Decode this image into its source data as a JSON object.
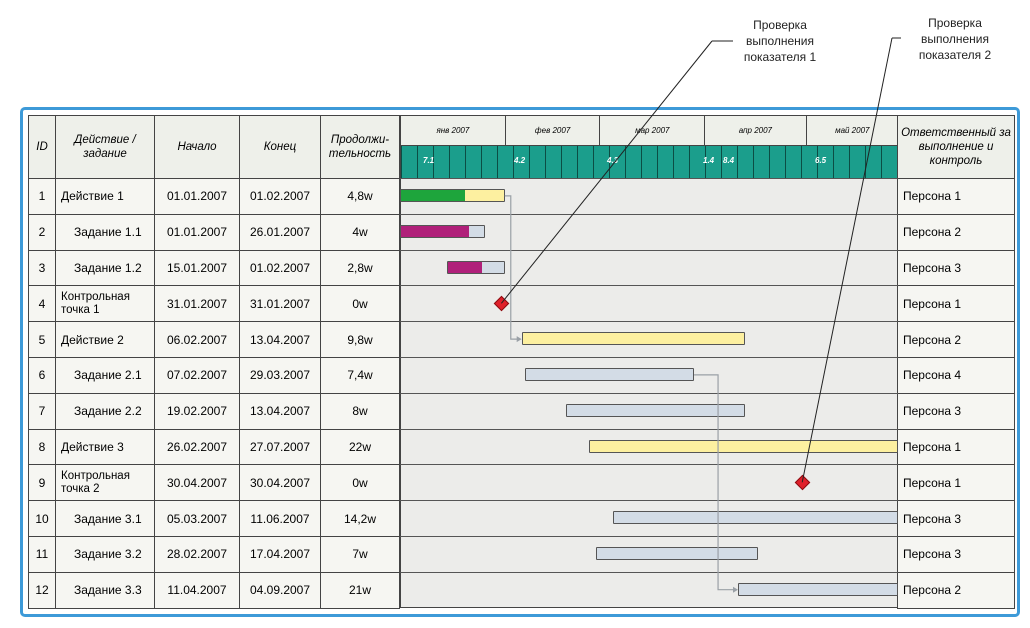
{
  "callouts": [
    {
      "lines": [
        "Проверка",
        "выполнения",
        "показателя 1"
      ]
    },
    {
      "lines": [
        "Проверка",
        "выполнения",
        "показателя 2"
      ]
    }
  ],
  "headers": {
    "id": "ID",
    "task": "Действие / задание",
    "start": "Начало",
    "end": "Конец",
    "duration": "Продолжи-тельность",
    "owner": "Ответственный за выполнение и контроль"
  },
  "months": [
    "янв 2007",
    "фев 2007",
    "мар 2007",
    "апр 2007",
    "май 2007"
  ],
  "week_labels": [
    "7.1",
    "4.2",
    "4.3",
    "1.4",
    "8.4",
    "6.5"
  ],
  "rows": [
    {
      "id": "1",
      "task": "Действие 1",
      "start": "01.01.2007",
      "end": "01.02.2007",
      "duration": "4,8w",
      "owner": "Персона 1",
      "level": 0
    },
    {
      "id": "2",
      "task": "Задание 1.1",
      "start": "01.01.2007",
      "end": "26.01.2007",
      "duration": "4w",
      "owner": "Персона 2",
      "level": 1
    },
    {
      "id": "3",
      "task": "Задание 1.2",
      "start": "15.01.2007",
      "end": "01.02.2007",
      "duration": "2,8w",
      "owner": "Персона 3",
      "level": 1
    },
    {
      "id": "4",
      "task": "Контрольная точка 1",
      "start": "31.01.2007",
      "end": "31.01.2007",
      "duration": "0w",
      "owner": "Персона 1",
      "level": 0
    },
    {
      "id": "5",
      "task": "Действие 2",
      "start": "06.02.2007",
      "end": "13.04.2007",
      "duration": "9,8w",
      "owner": "Персона 2",
      "level": 0
    },
    {
      "id": "6",
      "task": "Задание 2.1",
      "start": "07.02.2007",
      "end": "29.03.2007",
      "duration": "7,4w",
      "owner": "Персона 4",
      "level": 1
    },
    {
      "id": "7",
      "task": "Задание 2.2",
      "start": "19.02.2007",
      "end": "13.04.2007",
      "duration": "8w",
      "owner": "Персона 3",
      "level": 1
    },
    {
      "id": "8",
      "task": "Действие 3",
      "start": "26.02.2007",
      "end": "27.07.2007",
      "duration": "22w",
      "owner": "Персона 1",
      "level": 0
    },
    {
      "id": "9",
      "task": "Контрольная точка 2",
      "start": "30.04.2007",
      "end": "30.04.2007",
      "duration": "0w",
      "owner": "Персона 1",
      "level": 0
    },
    {
      "id": "10",
      "task": "Задание 3.1",
      "start": "05.03.2007",
      "end": "11.06.2007",
      "duration": "14,2w",
      "owner": "Персона 3",
      "level": 1
    },
    {
      "id": "11",
      "task": "Задание 3.2",
      "start": "28.02.2007",
      "end": "17.04.2007",
      "duration": "7w",
      "owner": "Персона 3",
      "level": 1
    },
    {
      "id": "12",
      "task": "Задание 3.3",
      "start": "11.04.2007",
      "end": "04.09.2007",
      "duration": "21w",
      "owner": "Персона 2",
      "level": 1
    }
  ],
  "bar_styles": {
    "1": {
      "color": "#fdf0a0",
      "progress_color": "#1ea53c",
      "progress": 0.62
    },
    "2": {
      "color": "#d3dce6",
      "progress_color": "#b0207a",
      "progress": 0.82
    },
    "3": {
      "color": "#d3dce6",
      "progress_color": "#b0207a",
      "progress": 0.6
    },
    "5": {
      "color": "#fdf0a0"
    },
    "6": {
      "color": "#d3dce6"
    },
    "7": {
      "color": "#d3dce6"
    },
    "8": {
      "color": "#fdf0a0"
    },
    "10": {
      "color": "#d3dce6"
    },
    "11": {
      "color": "#d3dce6"
    },
    "12": {
      "color": "#d3dce6"
    }
  },
  "milestone_color": "#e0202a",
  "frame_color": "#3d9ad8",
  "timeline_color": "#1b9e8c"
}
